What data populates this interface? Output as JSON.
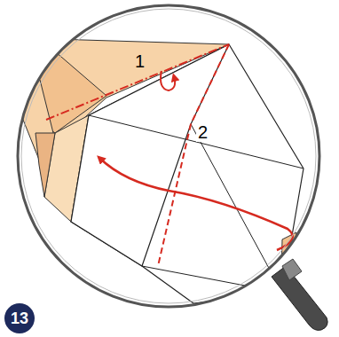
{
  "diagram": {
    "labels": [
      "1",
      "2",
      "13"
    ]
  }
}
